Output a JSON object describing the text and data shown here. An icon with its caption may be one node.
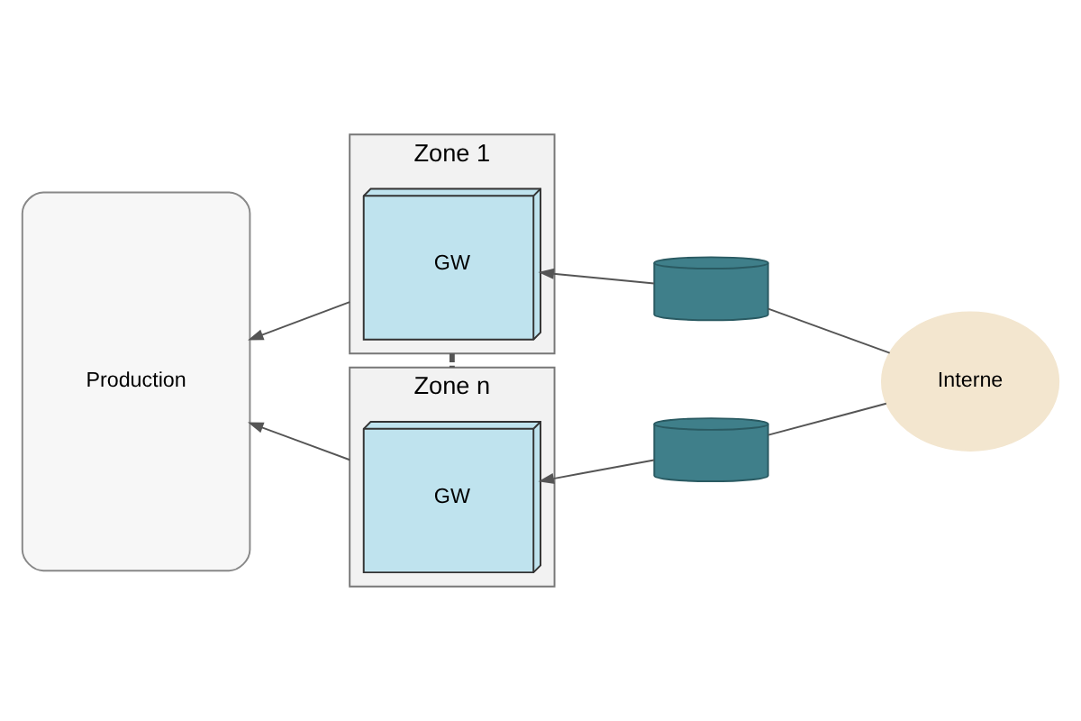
{
  "diagram": {
    "nodes": [
      {
        "text": [
          "Production"
        ]
      },
      {
        "text": [
          "Zone 1"
        ]
      },
      {
        "text": [
          "GW"
        ],
        "in": 1
      },
      {
        "text": [
          "Zone n"
        ]
      },
      {
        "text": [
          "GW"
        ],
        "in": 3
      },
      {
        "text": [],
        "shape": "picture"
      },
      {
        "text": [],
        "shape": "picture"
      },
      {
        "text": [
          "Interne"
        ]
      }
    ],
    "edges": [
      {
        "from": 1,
        "to": 0,
        "arrow": "to"
      },
      {
        "from": 3,
        "to": 0,
        "arrow": "to"
      },
      {
        "from": 5,
        "to": 2,
        "arrow": "to"
      },
      {
        "from": 6,
        "to": 4,
        "arrow": "to"
      },
      {
        "from": 7,
        "to": 5,
        "arrow": "none"
      },
      {
        "from": 7,
        "to": 6,
        "arrow": "none"
      },
      {
        "from": 1,
        "to": 3,
        "arrow": "none",
        "style": "dashed"
      }
    ]
  }
}
